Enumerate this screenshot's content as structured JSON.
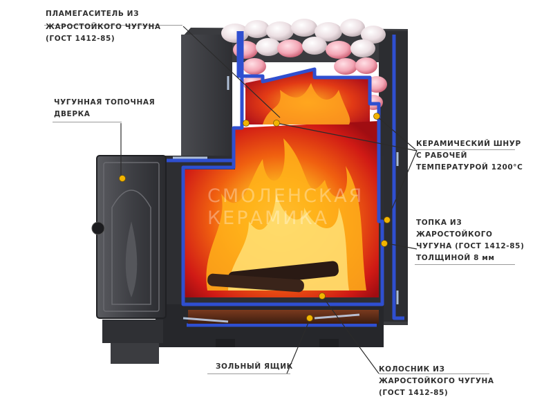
{
  "watermark": {
    "line1": "СМОЛЕНСКАЯ",
    "line2": "КЕРАМИКА"
  },
  "callouts": {
    "flame_arrester": {
      "lines": [
        "ПЛАМЕГАСИТЕЛЬ ИЗ",
        "ЖАРОСТОЙКОГО ЧУГУНА",
        "(ГОСТ 1412-85)"
      ]
    },
    "firebox_door": {
      "lines": [
        "ЧУГУННАЯ ТОПОЧНАЯ",
        "ДВЕРКА"
      ]
    },
    "ceramic_cord": {
      "lines": [
        "КЕРАМИЧЕСКИЙ ШНУР",
        "С РАБОЧЕЙ",
        "ТЕМПЕРАТУРОЙ 1200°С"
      ]
    },
    "firebox": {
      "lines": [
        "ТОПКА ИЗ",
        "ЖАРОСТОЙКОГО",
        "ЧУГУНА (ГОСТ 1412-85)",
        "ТОЛЩИНОЙ 8 мм"
      ]
    },
    "ash_box": {
      "lines": [
        "ЗОЛЬНЫЙ ЯЩИК"
      ]
    },
    "grate": {
      "lines": [
        "КОЛОСНИК ИЗ",
        "ЖАРОСТОЙКОГО ЧУГУНА",
        "(ГОСТ 1412-85)"
      ]
    }
  },
  "colors": {
    "casing": "#37383c",
    "casing_dark": "#1f2023",
    "liner_blue": "#2f4fd0",
    "fire_red": "#c8141a",
    "stones": "#e9dfe2",
    "leader": "#2b2b2b",
    "marker": "#f2b400"
  }
}
